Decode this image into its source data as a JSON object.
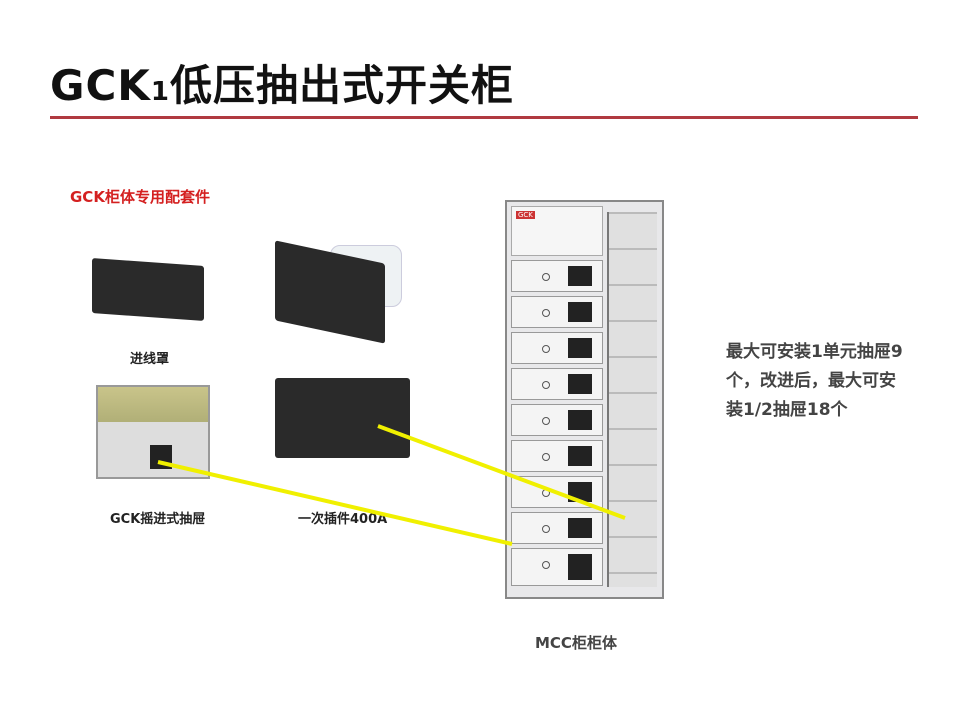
{
  "title": {
    "main": "GCK",
    "sub": "1",
    "rest": "低压抽出式开关柜"
  },
  "accessories": {
    "title": "GCK柜体专用配套件",
    "items": [
      "进线罩",
      "GCK摇进式抽屉",
      "一次插件400A"
    ]
  },
  "cabinet": {
    "label": "MCC柜柜体",
    "brand": "GCK"
  },
  "note": "最大可安装1单元抽屉9个，改进后，最大可安装1/2抽屉18个",
  "colors": {
    "rule": "#b03a40",
    "accent": "#d42020",
    "arrow": "#f0f000"
  }
}
